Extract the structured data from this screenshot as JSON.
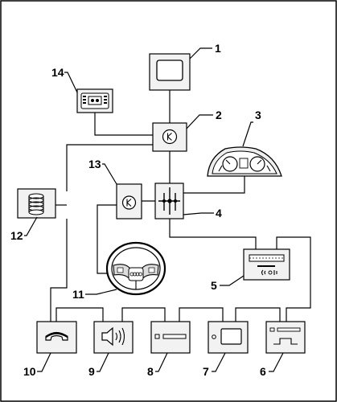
{
  "labels": {
    "n1": "1",
    "n2": "2",
    "n3": "3",
    "n4": "4",
    "n5": "5",
    "n6": "6",
    "n7": "7",
    "n8": "8",
    "n9": "9",
    "n10": "10",
    "n11": "11",
    "n12": "12",
    "n13": "13",
    "n14": "14"
  },
  "icons": {
    "component_1": "display-screen-icon",
    "component_2": "control-unit-icon",
    "component_3": "instrument-cluster-icon",
    "component_4": "junction-distributor-icon",
    "component_5": "radio-unit-icon",
    "component_6": "cd-changer-icon",
    "component_7": "navigation-unit-icon",
    "component_8": "drive-unit-icon",
    "component_9": "speaker-amplifier-icon",
    "component_10": "telephone-icon",
    "component_11": "multifunction-steering-wheel-icon",
    "component_12": "coil-antenna-icon",
    "component_13": "steering-control-unit-icon",
    "component_14": "operating-panel-icon"
  }
}
